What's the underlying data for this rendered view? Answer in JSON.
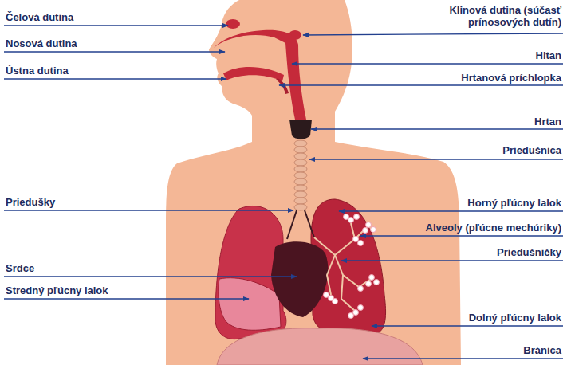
{
  "diagram": {
    "labels": [
      "Čelová dutina",
      "Klinová dutina (súčasť prínosových dutín)",
      "Nosová dutina",
      "Hltan",
      "Ústna dutina",
      "Hrtanová príchlopka",
      "Hrtan",
      "Priedušnica",
      "Priedušky",
      "Horný pľúcny lalok",
      "Alveoly (pľúcne mechúriky)",
      "Priedušničky",
      "Srdce",
      "Stredný pľúcny lalok",
      "Dolný pľúcny lalok",
      "Bránica"
    ]
  }
}
